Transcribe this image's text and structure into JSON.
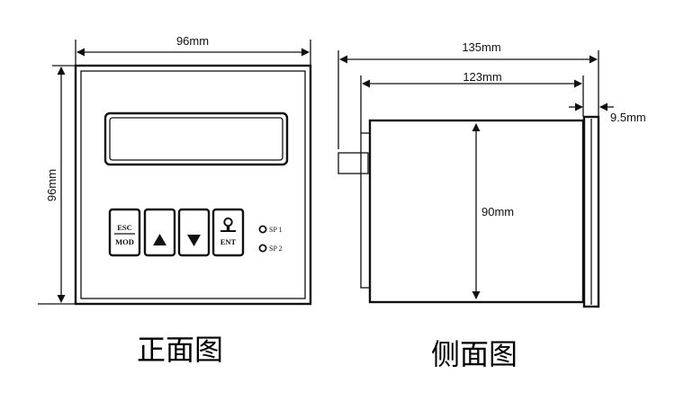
{
  "front": {
    "width_label": "96mm",
    "height_label": "96mm",
    "buttons": {
      "esc": "ESC",
      "mod": "MOD",
      "ent": "ENT"
    },
    "indicators": [
      "SP 1",
      "SP 2"
    ],
    "caption": "正面图"
  },
  "side": {
    "total_depth_label": "135mm",
    "body_depth_label": "123mm",
    "panel_thickness_label": "9.5mm",
    "height_label": "90mm",
    "caption": "侧面图"
  }
}
